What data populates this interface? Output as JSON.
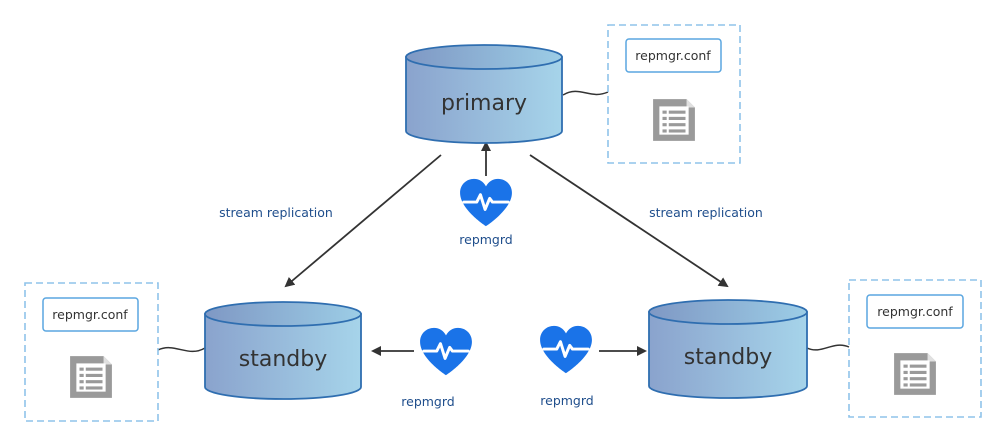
{
  "nodes": {
    "primary": {
      "label": "primary"
    },
    "standby_left": {
      "label": "standby"
    },
    "standby_right": {
      "label": "standby"
    }
  },
  "edges": {
    "replication_left": {
      "label": "stream replication"
    },
    "replication_right": {
      "label": "stream replication"
    }
  },
  "daemons": {
    "top": {
      "label": "repmgrd",
      "icon": "heart-pulse-icon"
    },
    "left": {
      "label": "repmgrd",
      "icon": "heart-pulse-icon"
    },
    "right": {
      "label": "repmgrd",
      "icon": "heart-pulse-icon"
    }
  },
  "configs": {
    "primary": {
      "label": "repmgr.conf",
      "icon": "document-icon"
    },
    "standby_left": {
      "label": "repmgr.conf",
      "icon": "document-icon"
    },
    "standby_right": {
      "label": "repmgr.conf",
      "icon": "document-icon"
    }
  },
  "colors": {
    "cylinder_dark": "#8aa3cd",
    "cylinder_light": "#a6d4ea",
    "cylinder_stroke": "#2f6eb0",
    "heart": "#1a73e8",
    "dashed_border": "#8fc3ea",
    "conf_border": "#5aa6e0",
    "edge_text": "#1f4e8c"
  }
}
